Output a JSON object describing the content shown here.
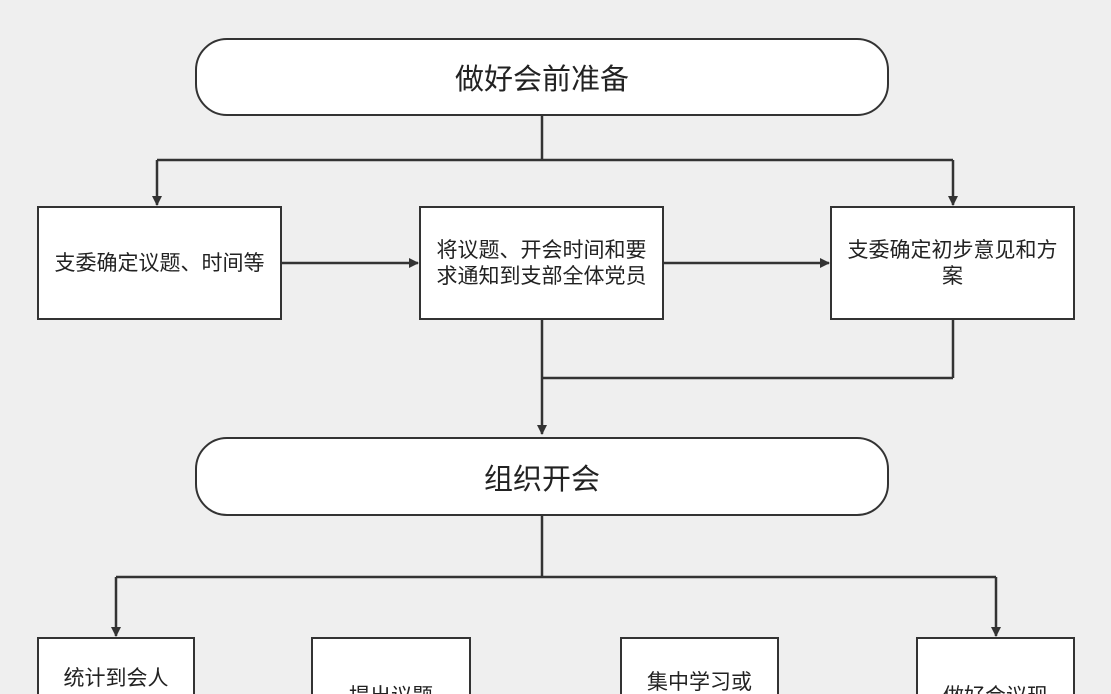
{
  "nodes": {
    "prepare": "做好会前准备",
    "confirm_topic": "支委确定议题、时间等",
    "notify": "将议题、开会时间和要求通知到支部全体党员",
    "initial_opinion": "支委确定初步意见和方案",
    "hold_meeting": "组织开会",
    "count_attendance": "统计到会人",
    "raise_topic": "提出议题",
    "study": "集中学习或",
    "record": "做好会议现"
  },
  "colors": {
    "background": "#efefef",
    "box_fill": "#ffffff",
    "stroke": "#333333"
  }
}
